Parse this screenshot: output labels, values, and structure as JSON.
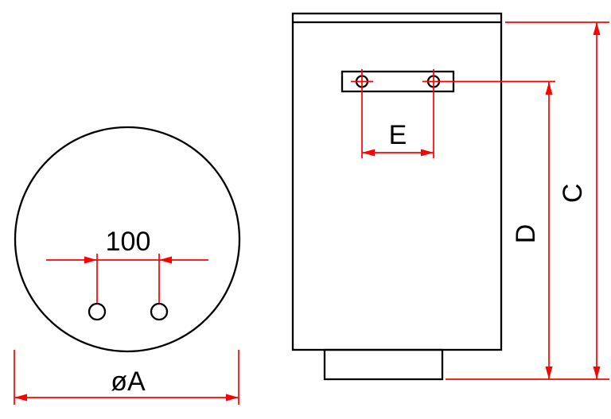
{
  "diagram": {
    "colors": {
      "geometry": "#000000",
      "dimension": "#ff0000",
      "text": "#000000",
      "background": "#ffffff"
    },
    "labels": {
      "hole_spacing": "100",
      "diameter": "øA",
      "bracket_hole_spacing": "E",
      "bracket_to_base_height": "D",
      "total_height": "C"
    }
  }
}
